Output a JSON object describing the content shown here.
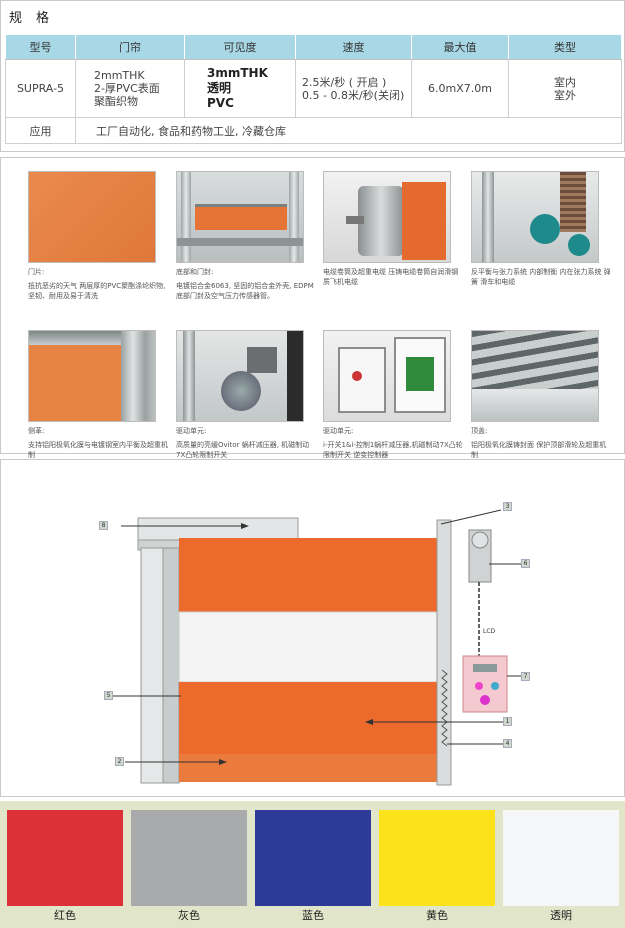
{
  "spec": {
    "title": "规格",
    "headers": [
      "型号",
      "门帘",
      "可见度",
      "速度",
      "最大值",
      "类型"
    ],
    "model": "SUPRA-5",
    "curtain": [
      "2mmTHK",
      "2-厚PVC表面",
      "聚酯织物"
    ],
    "visibility": [
      "3mmTHK",
      "透明",
      "PVC"
    ],
    "speed": [
      "2.5米/秒 ( 开启 )",
      "0.5 - 0.8米/秒(关闭)"
    ],
    "max_size": "6.0mX7.0m",
    "type": [
      "室内",
      "室外"
    ],
    "application_label": "应用",
    "application_text": "工厂自动化, 食品和药物工业, 冷藏仓库"
  },
  "components": [
    {
      "title": "门片:",
      "caption": "抵抗恶劣的天气 两层厚的PVC聚酯涤纶织物, 坚韧、耐用及易于清洗"
    },
    {
      "title": "底部和门封:",
      "caption": "电镀铝合金6063, 坚固的铝合金外壳, EDPM底部门封及空气压力传感器管。"
    },
    {
      "title": "",
      "caption": "电缆卷筒及超重电缆 压铸电缆卷筒自润滑钢质飞机电缆"
    },
    {
      "title": "",
      "caption": "反平衡与张力系统 内部制衡 内在张力系统 弹簧 滑车和电缆"
    },
    {
      "title": "侧革:",
      "caption": "支持铝阳极氧化膜与电镀钢室内平衡及超重机制"
    },
    {
      "title": "驱动单元:",
      "caption": "高质量的亮缓Ovitor 蜗杆减压器, 机磁制动 7X凸轮限制开关"
    },
    {
      "title": "驱动单元:",
      "caption": "i-开关1&i-控制1蜗杆减压器,机磁制动7X凸轮限制开关 逆变控制器"
    },
    {
      "title": "顶盖:",
      "caption": "铝阳极氧化膜铸封面 保护顶部滑轮及超重机制"
    }
  ],
  "diagram": {
    "labels": [
      "8",
      "3",
      "6",
      "7",
      "1",
      "4",
      "5",
      "2"
    ],
    "lcd_text": "LCD"
  },
  "colors": [
    {
      "name": "红色",
      "hex": "#dc3237"
    },
    {
      "name": "灰色",
      "hex": "#a9aaab"
    },
    {
      "name": "蓝色",
      "hex": "#2e3a98"
    },
    {
      "name": "黄色",
      "hex": "#fbe21b"
    },
    {
      "name": "透明",
      "hex": "#f4f6f8"
    }
  ]
}
